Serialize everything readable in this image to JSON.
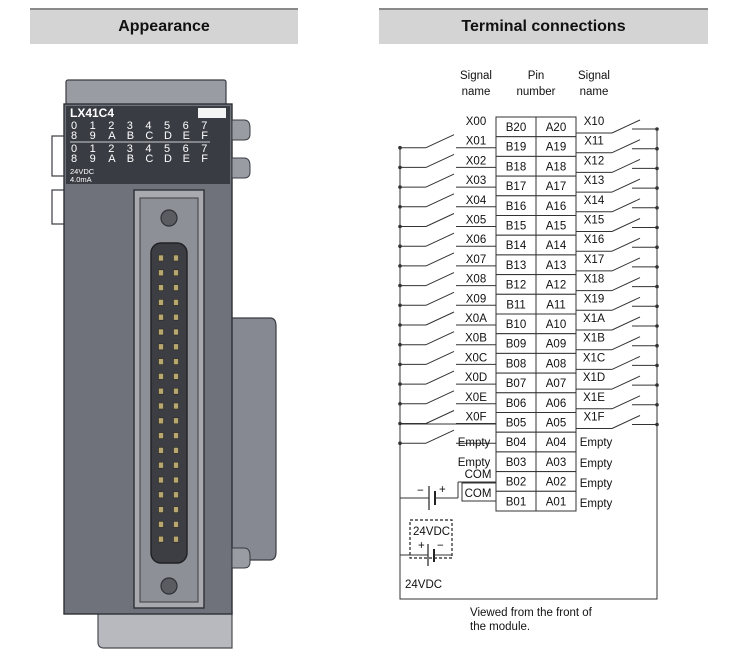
{
  "headers": {
    "appearance": "Appearance",
    "terminal": "Terminal connections"
  },
  "module": {
    "model": "LX41C4",
    "row1_top": [
      "0",
      "1",
      "2",
      "3",
      "4",
      "5",
      "6",
      "7"
    ],
    "row1_bottom": [
      "8",
      "9",
      "A",
      "B",
      "C",
      "D",
      "E",
      "F"
    ],
    "row2_top": [
      "0",
      "1",
      "2",
      "3",
      "4",
      "5",
      "6",
      "7"
    ],
    "row2_bottom": [
      "8",
      "9",
      "A",
      "B",
      "C",
      "D",
      "E",
      "F"
    ],
    "rating_voltage": "24VDC",
    "rating_current": "4.0mA"
  },
  "table_headers": {
    "signal_left": [
      "Signal",
      "name"
    ],
    "pin": [
      "Pin",
      "number"
    ],
    "signal_right": [
      "Signal",
      "name"
    ]
  },
  "rows": [
    {
      "left": "X00",
      "b": "B20",
      "a": "A20",
      "right": "X10"
    },
    {
      "left": "X01",
      "b": "B19",
      "a": "A19",
      "right": "X11"
    },
    {
      "left": "X02",
      "b": "B18",
      "a": "A18",
      "right": "X12"
    },
    {
      "left": "X03",
      "b": "B17",
      "a": "A17",
      "right": "X13"
    },
    {
      "left": "X04",
      "b": "B16",
      "a": "A16",
      "right": "X14"
    },
    {
      "left": "X05",
      "b": "B15",
      "a": "A15",
      "right": "X15"
    },
    {
      "left": "X06",
      "b": "B14",
      "a": "A14",
      "right": "X16"
    },
    {
      "left": "X07",
      "b": "B13",
      "a": "A13",
      "right": "X17"
    },
    {
      "left": "X08",
      "b": "B12",
      "a": "A12",
      "right": "X18"
    },
    {
      "left": "X09",
      "b": "B11",
      "a": "A11",
      "right": "X19"
    },
    {
      "left": "X0A",
      "b": "B10",
      "a": "A10",
      "right": "X1A"
    },
    {
      "left": "X0B",
      "b": "B09",
      "a": "A09",
      "right": "X1B"
    },
    {
      "left": "X0C",
      "b": "B08",
      "a": "A08",
      "right": "X1C"
    },
    {
      "left": "X0D",
      "b": "B07",
      "a": "A07",
      "right": "X1D"
    },
    {
      "left": "X0E",
      "b": "B06",
      "a": "A06",
      "right": "X1E"
    },
    {
      "left": "X0F",
      "b": "B05",
      "a": "A05",
      "right": "X1F"
    },
    {
      "left": "Empty",
      "b": "B04",
      "a": "A04",
      "right": "Empty"
    },
    {
      "left": "Empty",
      "b": "B03",
      "a": "A03",
      "right": "Empty"
    },
    {
      "left": "COM",
      "b": "B02",
      "a": "A02",
      "right": "Empty"
    },
    {
      "left": "COM",
      "b": "B01",
      "a": "A01",
      "right": "Empty"
    }
  ],
  "power": {
    "supply_label": "24VDC",
    "dashed_label": "24VDC",
    "minus": "−",
    "plus": "+"
  },
  "footnote": [
    "Viewed from the front of",
    "the module."
  ]
}
